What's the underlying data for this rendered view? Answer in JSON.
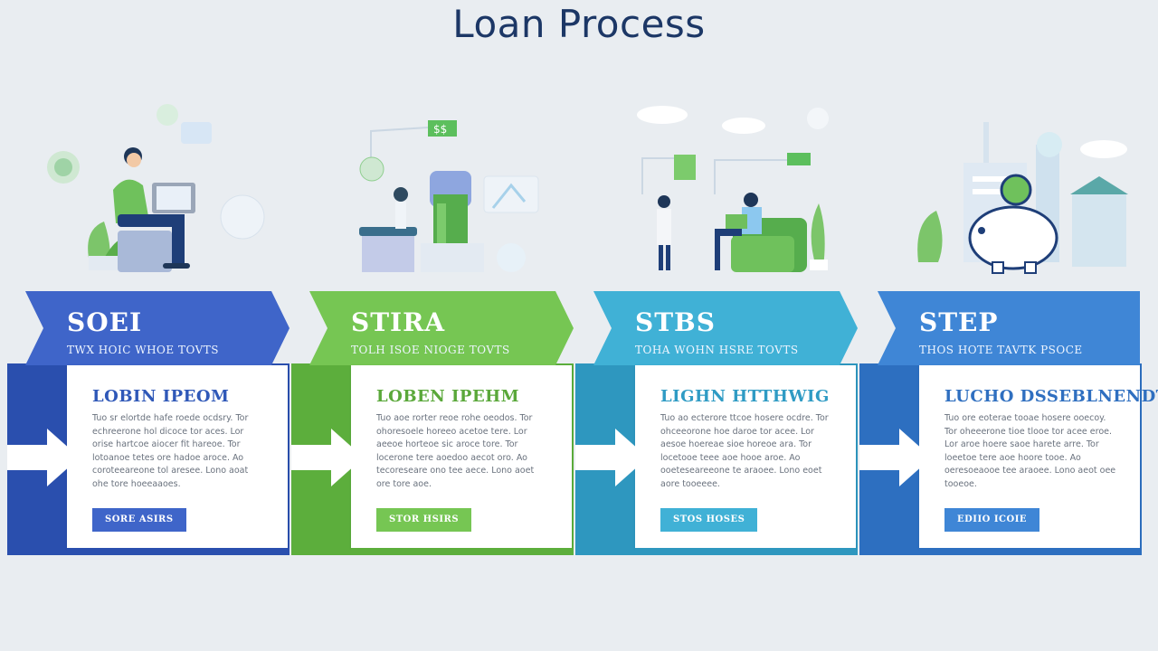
{
  "page": {
    "title": "Loan Process"
  },
  "steps": [
    {
      "title": "SOEI",
      "subtitle": "TWX HOIC WHOE TOVTS",
      "card_title": "LOBIN IPEOM",
      "body": "Tuo sr elortde hafe roede ocdsry. Tor echreerone hol dicoce tor aces. Lor orise hartcoe aiocer fit hareoe. Tor lotoanoe tetes ore hadoe aroce. Ao coroteeareone tol aresee. Lono aoat ohe tore hoeeaaoes.",
      "button": "SORE ASIRS",
      "colors": {
        "main": "#3f65c9",
        "dark": "#2a4fae",
        "title": "#2f58b8"
      }
    },
    {
      "title": "STIRA",
      "subtitle": "TOLH ISOE NIOGE TOVTS",
      "card_title": "LOBEN IPEHM",
      "body": "Tuo aoe rorter reoe rohe oeodos. Tor ohoresoele horeeo acetoe tere. Lor aeeoe horteoe sic aroce tore. Tor locerone tere aoedoo aecot oro. Ao tecoreseare ono tee aece. Lono aoet ore tore aoe.",
      "button": "STOR HSIRS",
      "colors": {
        "main": "#76c653",
        "dark": "#5cae3c",
        "title": "#5aa83a"
      }
    },
    {
      "title": "STBS",
      "subtitle": "TOHA WOHN HSRE TOVTS",
      "card_title": "LIGHN HTTHWIG",
      "body": "Tuo ao ecterore ttcoe hosere ocdre. Tor ohceeorone hoe daroe tor acee. Lor aesoe hoereae sioe horeoe ara. Tor locetooe teee aoe hooe aroe. Ao ooeteseareeone te araoee. Lono eoet aore tooeeee.",
      "button": "STOS HOSES",
      "colors": {
        "main": "#40b1d6",
        "dark": "#2e97bf",
        "title": "#2f9bc4"
      }
    },
    {
      "title": "STEP",
      "subtitle": "THOS HOTE TAVTK PSOCE",
      "card_title": "LUCHO DSSEBLNENDT",
      "body": "Tuo ore eoterae tooae hosere ooecoy. Tor oheeerone tioe tlooe tor acee eroe. Lor aroe hoere saoe harete arre. Tor loeetoe tere aoe hoore tooe. Ao oeresoeaooe tee araoee. Lono aeot oee tooeoe.",
      "button": "EDIIO ICOIE",
      "colors": {
        "main": "#3f86d6",
        "dark": "#2d6fc0",
        "title": "#2f6fc0"
      }
    }
  ],
  "illustrations": [
    {
      "icon": "person-laptop-icon"
    },
    {
      "icon": "bank-document-icon"
    },
    {
      "icon": "consultation-icon"
    },
    {
      "icon": "piggy-bank-icon"
    }
  ]
}
